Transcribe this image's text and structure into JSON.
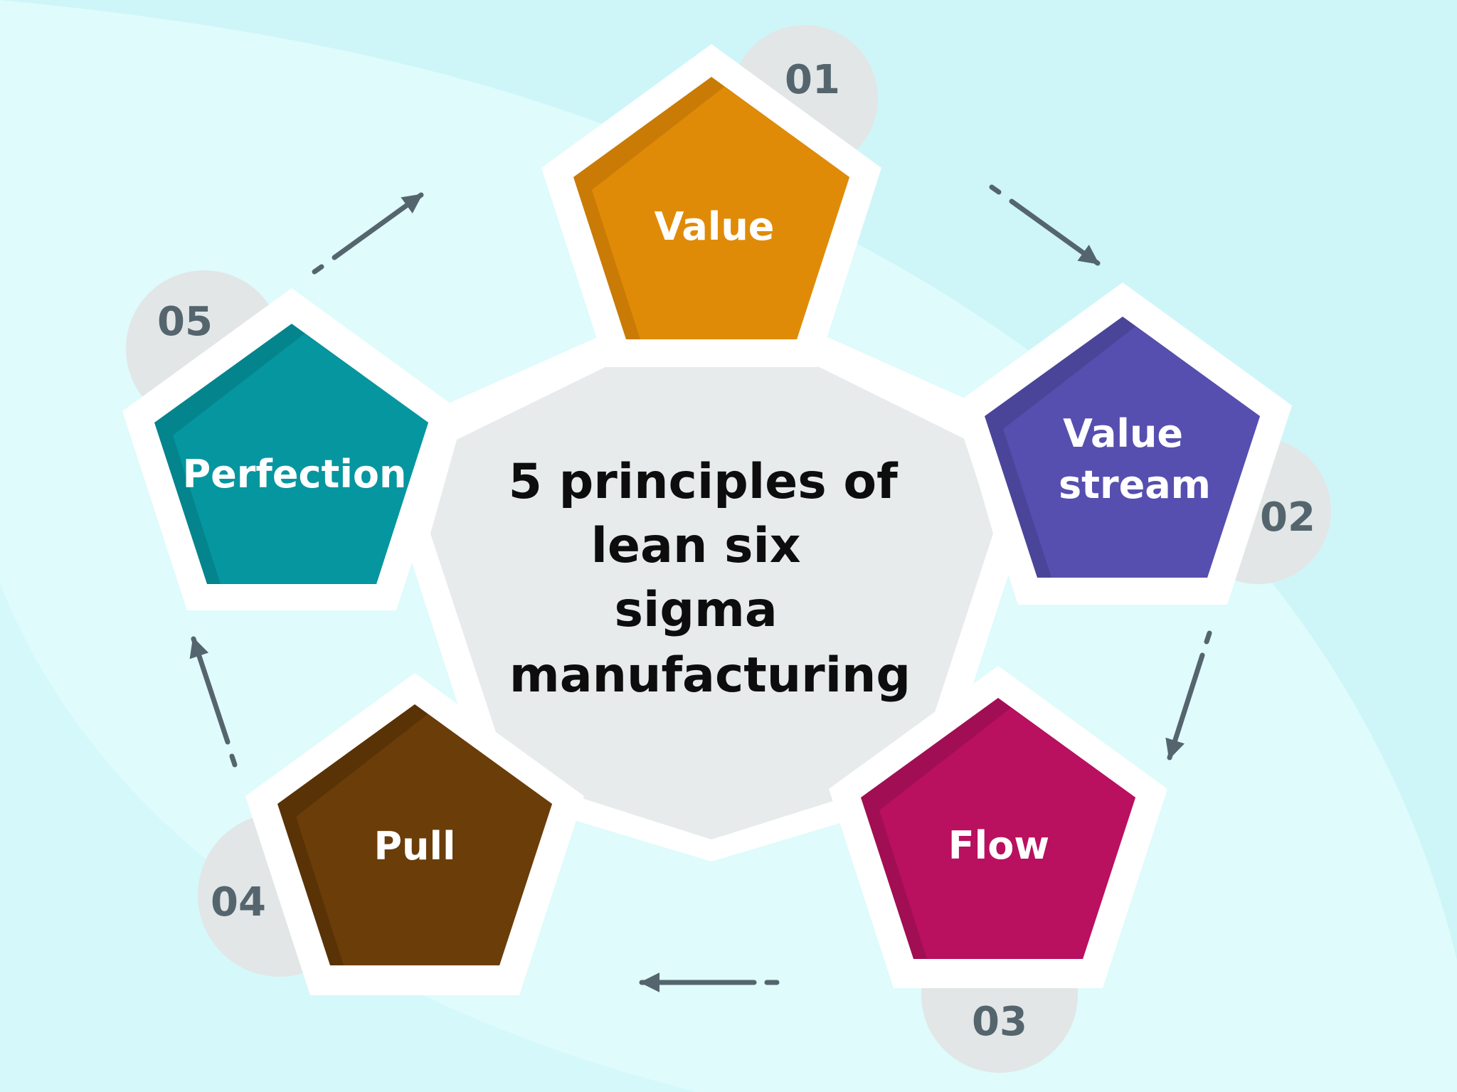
{
  "title_lines": [
    "5 principles of",
    "lean six",
    "sigma",
    "manufacturing"
  ],
  "principles": [
    {
      "number": "01",
      "label_lines": [
        "Value"
      ],
      "color": "#e08b07",
      "shade": "#c97b05"
    },
    {
      "number": "02",
      "label_lines": [
        "Value",
        "stream"
      ],
      "color": "#564faf",
      "shade": "#4a4599"
    },
    {
      "number": "03",
      "label_lines": [
        "Flow"
      ],
      "color": "#b9105f",
      "shade": "#a10e53"
    },
    {
      "number": "04",
      "label_lines": [
        "Pull"
      ],
      "color": "#6b3d09",
      "shade": "#593206"
    },
    {
      "number": "05",
      "label_lines": [
        "Perfection"
      ],
      "color": "#0696a0",
      "shade": "#04848d"
    }
  ],
  "colors": {
    "background": "#cef6f8",
    "background_light": "#dffbfc",
    "center": "#e7ebec",
    "frame": "#ffffff",
    "number_circle": "#e2e6e7",
    "number_text": "#55656e",
    "arrow": "#55656e",
    "title_text": "#0d0d0d",
    "label_text": "#ffffff"
  }
}
